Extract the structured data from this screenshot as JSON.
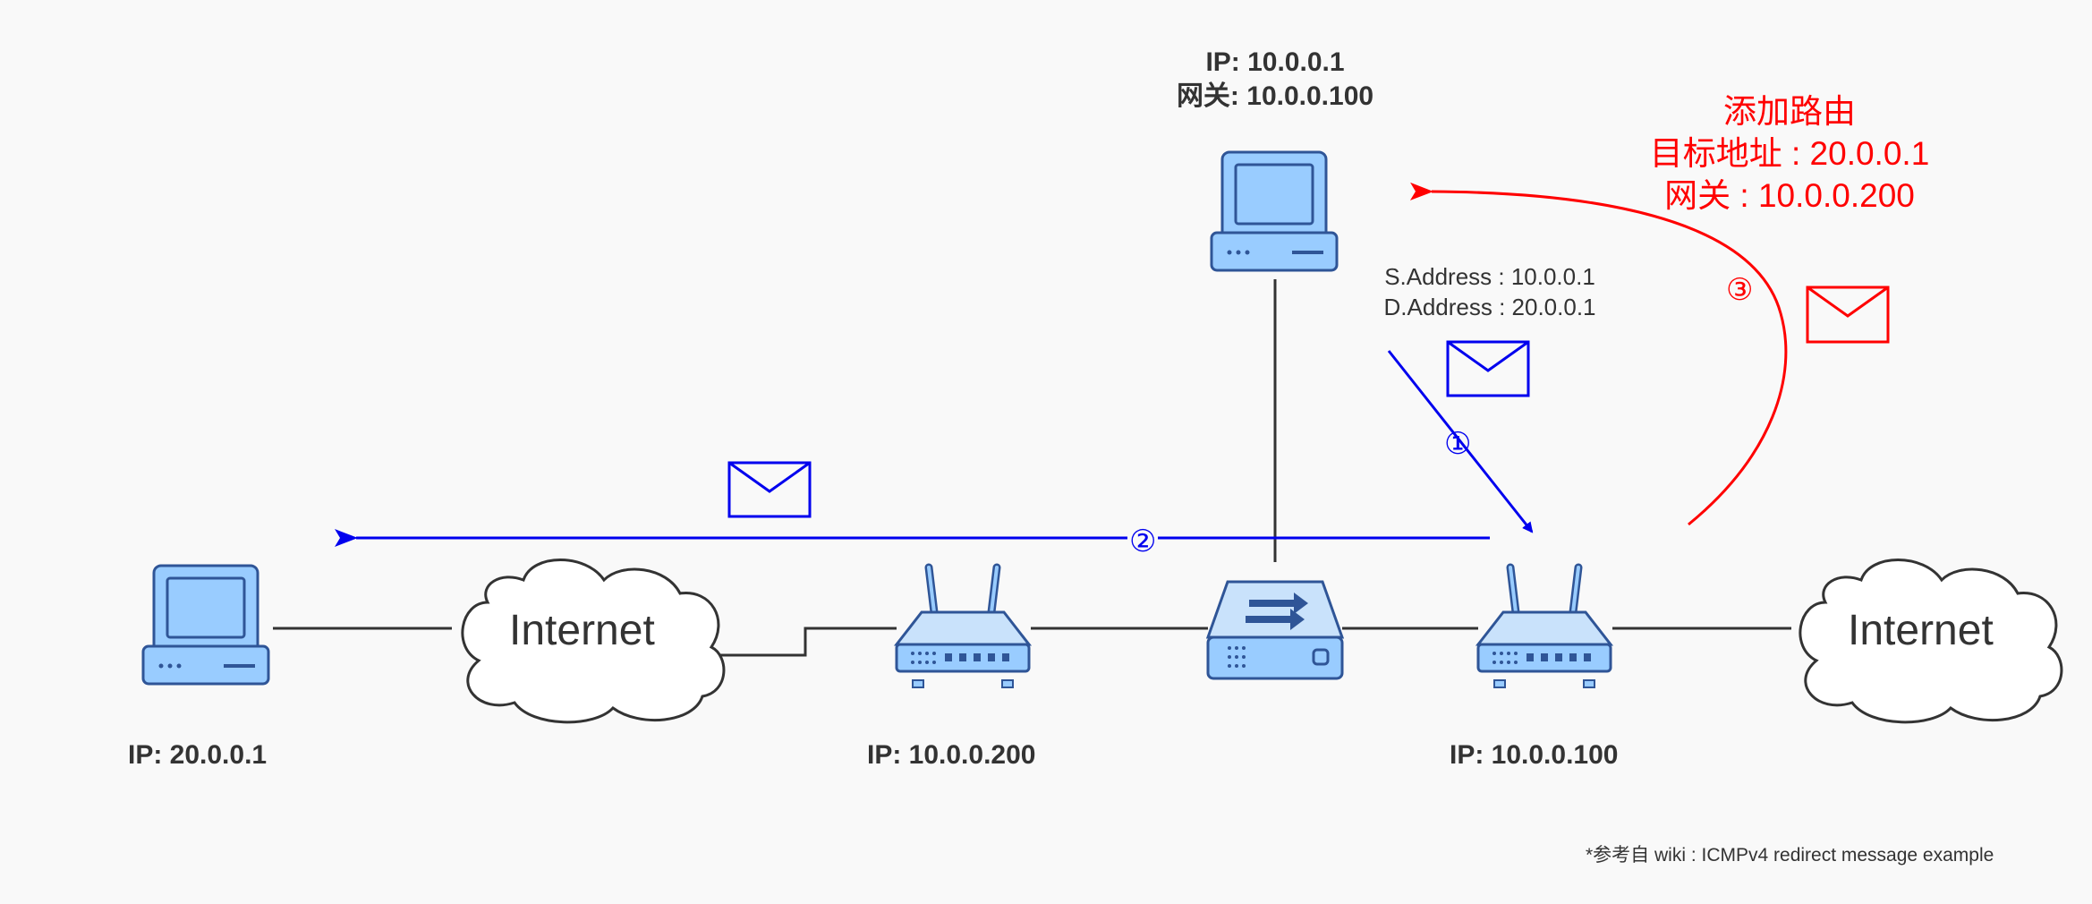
{
  "colors": {
    "device_fill": "#99ccff",
    "device_dark": "#2f5597",
    "device_light": "#c9e2fb",
    "blue_flow": "#0000ee",
    "red_flow": "#ff0000",
    "line": "#333333",
    "background": "#f9f9f9"
  },
  "nodes": {
    "pc_left": {
      "icon": "computer-icon",
      "ip_label": "IP:  20.0.0.1"
    },
    "pc_top": {
      "icon": "computer-icon",
      "ip_label": "IP:  10.0.0.1",
      "gateway_label": "网关: 10.0.0.100"
    },
    "router_left": {
      "icon": "router-icon",
      "ip_label": "IP:  10.0.0.200"
    },
    "switch": {
      "icon": "switch-icon"
    },
    "router_right": {
      "icon": "router-icon",
      "ip_label": "IP:  10.0.0.100"
    },
    "cloud_left": {
      "icon": "cloud-icon",
      "label": "Internet"
    },
    "cloud_right": {
      "icon": "cloud-icon",
      "label": "Internet"
    }
  },
  "packet_info": {
    "source": "S.Address : 10.0.0.1",
    "destination": "D.Address : 20.0.0.1"
  },
  "route_note": {
    "title": "添加路由",
    "target": "目标地址 : 20.0.0.1",
    "gateway": "网关 : 10.0.0.200"
  },
  "steps": [
    "①",
    "②",
    "③"
  ],
  "footnote": "*参考自 wiki : ICMPv4 redirect message example"
}
